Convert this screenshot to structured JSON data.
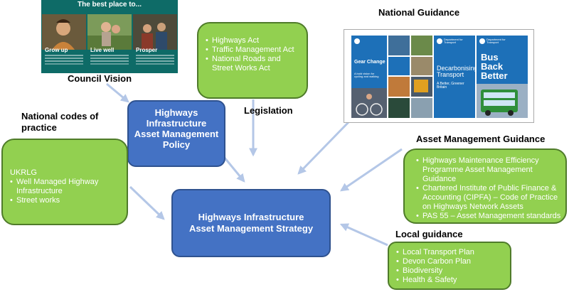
{
  "council_vision": {
    "image_title": "The best place to...",
    "panels": [
      {
        "label": "Grow up"
      },
      {
        "label": "Live well"
      },
      {
        "label": "Prosper"
      }
    ],
    "heading": "Council Vision"
  },
  "legislation": {
    "heading": "Legislation",
    "items": [
      "Highways Act",
      "Traffic Management Act",
      "National Roads and Street Works Act"
    ]
  },
  "national_guidance": {
    "heading": "National Guidance",
    "covers": {
      "gear_change": {
        "title": "Gear Change",
        "subtitle": "A bold vision for cycling and walking"
      },
      "decarbonising": {
        "title": "Decarbonising Transport",
        "subtitle": "A Better, Greener Britain",
        "dept": "Department for Transport"
      },
      "bus": {
        "title": "Bus Back Better",
        "dept": "Department for Transport"
      }
    }
  },
  "policy": {
    "label": "Highways Infrastructure Asset Management Policy"
  },
  "national_codes": {
    "heading": "National codes of practice",
    "intro": "UKRLG",
    "items": [
      "Well Managed Highway Infrastructure",
      "Street works"
    ]
  },
  "asset_management_guidance": {
    "heading": "Asset Management Guidance",
    "items": [
      "Highways Maintenance Efficiency Programme Asset Management Guidance",
      "Chartered Institute of Public Finance & Accounting (CIPFA) – Code of Practice on Highways Network Assets",
      "PAS 55 – Asset Management standards"
    ]
  },
  "strategy": {
    "label": "Highways Infrastructure Asset Management Strategy"
  },
  "local_guidance": {
    "heading": "Local guidance",
    "items": [
      "Local Transport Plan",
      "Devon Carbon Plan",
      "Biodiversity",
      "Health & Safety"
    ]
  },
  "colors": {
    "green_box": "#92d050",
    "green_border": "#4f7b2a",
    "blue_box": "#4472c4",
    "blue_border": "#2f528f",
    "arrow": "#b4c7e7",
    "teal": "#0e6b67"
  }
}
